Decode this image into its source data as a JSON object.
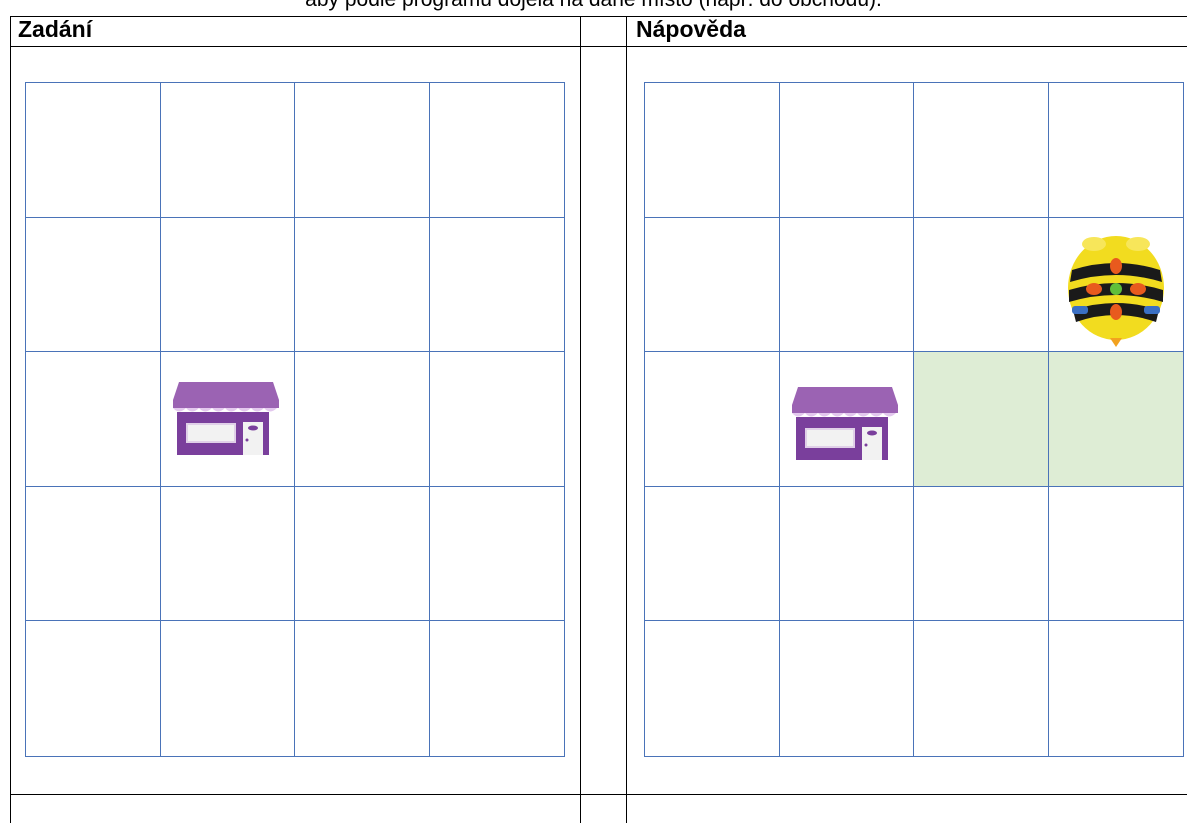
{
  "page": {
    "top_text": "aby podle programu dojela na dané místo (např. do obchodu).",
    "col_left_title": "Zadání",
    "col_right_title": "Nápověda"
  },
  "left_grid": {
    "rows": 5,
    "cols": 4,
    "shop_cell": [
      3,
      2
    ]
  },
  "right_grid": {
    "rows": 5,
    "cols": 4,
    "shop_cell": [
      3,
      2
    ],
    "robot_cell": [
      2,
      4
    ],
    "robot_facing": "down",
    "highlighted_cells": [
      [
        3,
        3
      ],
      [
        3,
        4
      ]
    ],
    "highlight_color": "#deedd5"
  },
  "colors": {
    "grid_line": "#4a73b8",
    "shop_roof": "#9b63b3",
    "shop_body": "#7a3f9c",
    "robot_yellow": "#f2dc1f",
    "robot_button": "#e85a1e"
  },
  "icons": [
    "shop-icon",
    "bee-bot-robot-icon"
  ]
}
